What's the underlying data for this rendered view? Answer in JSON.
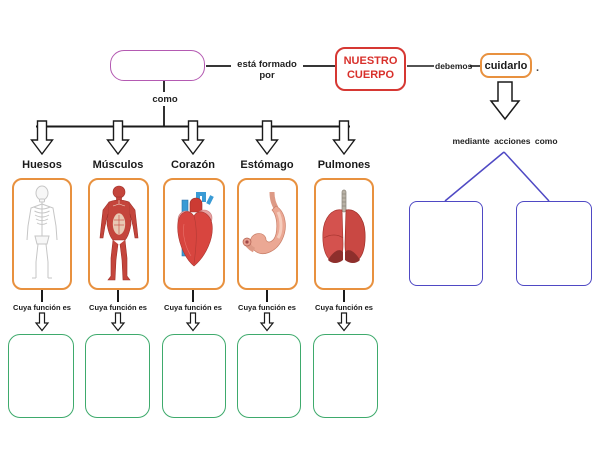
{
  "colors": {
    "purple_border": "#b45ab2",
    "red_border": "#d63833",
    "red_text": "#d8302b",
    "orange_border": "#e8913f",
    "green_border": "#3eaa6c",
    "blue_border": "#4f49c4",
    "line": "#1a1a1a"
  },
  "top": {
    "empty_topic_box": "",
    "esta_formado_por_label": "está formado por",
    "nuestro_cuerpo_label": "NUESTRO CUERPO",
    "debemos_label": "debemos",
    "cuidarlo_label": "cuidarlo",
    "period": ".",
    "como_label": "como"
  },
  "organs": [
    {
      "label": "Huesos",
      "caption": "Cuya función es",
      "image": "skeleton-image",
      "answer": ""
    },
    {
      "label": "Músculos",
      "caption": "Cuya función es",
      "image": "muscles-image",
      "answer": ""
    },
    {
      "label": "Corazón",
      "caption": "Cuya función es",
      "image": "heart-image",
      "answer": ""
    },
    {
      "label": "Estómago",
      "caption": "Cuya función es",
      "image": "stomach-image",
      "answer": ""
    },
    {
      "label": "Pulmones",
      "caption": "Cuya función es",
      "image": "lungs-image",
      "answer": ""
    }
  ],
  "care": {
    "mediante_label": "mediante acciones como",
    "answers": [
      "",
      ""
    ]
  }
}
